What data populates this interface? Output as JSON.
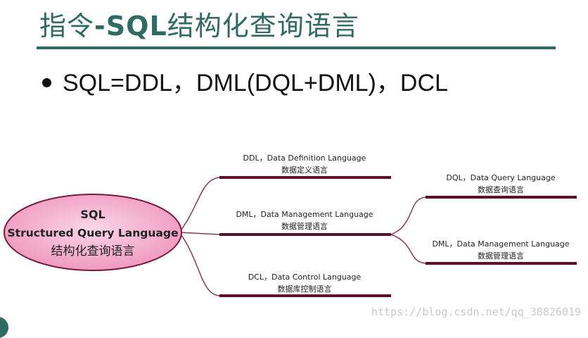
{
  "title": {
    "prefix": "指令",
    "bold": "-SQL",
    "suffix": "结构化查询语言"
  },
  "bullet": "SQL=DDL，DML(DQL+DML)，DCL",
  "mindmap": {
    "root": {
      "line1": "SQL",
      "line2": "Structured Query Language",
      "line3": "结构化查询语言"
    },
    "branches": [
      {
        "en": "DDL，Data Definition Language",
        "zh": "数据定义语言"
      },
      {
        "en": "DML，Data Management Language",
        "zh": "数据管理语言"
      },
      {
        "en": "DCL，Data Control Language",
        "zh": "数据库控制语言"
      }
    ],
    "sub_branches": [
      {
        "en": "DQL，Data Query Language",
        "zh": "数据查询语言"
      },
      {
        "en": "DML，Data Management Language",
        "zh": "数据管理语言"
      }
    ],
    "colors": {
      "branch_line": "#5a0f2a",
      "root_fill": "#f2a7c9",
      "root_stroke": "#7a1a3e"
    }
  },
  "watermark": "https://blog.csdn.net/qq_38826019"
}
